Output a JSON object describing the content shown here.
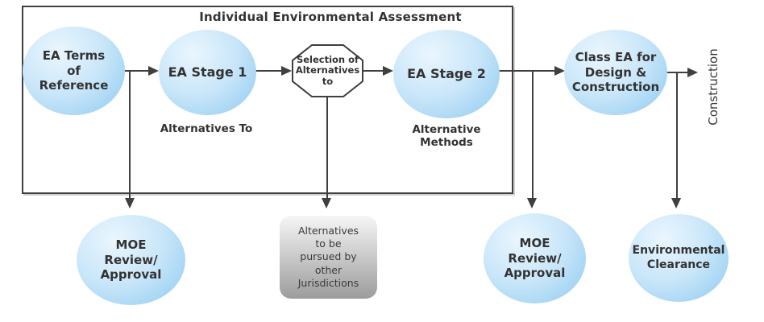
{
  "diagram": {
    "title": "Individual Environmental Assessment",
    "nodes": {
      "ea_terms": {
        "label": "EA Terms\nof\nReference"
      },
      "ea_stage1": {
        "label": "EA Stage 1",
        "sublabel": "Alternatives To"
      },
      "selection": {
        "label": "Selection of\nAlternatives\nto"
      },
      "ea_stage2": {
        "label": "EA Stage 2",
        "sublabel": "Alternative Methods"
      },
      "class_ea": {
        "label": "Class EA for\nDesign &\nConstruction"
      },
      "construction": {
        "label": "Construction"
      },
      "moe_review_1": {
        "label": "MOE\nReview/\nApproval"
      },
      "alternatives_other": {
        "label": "Alternatives\nto be\npursued by\nother\nJurisdictions"
      },
      "moe_review_2": {
        "label": "MOE\nReview/\nApproval"
      },
      "env_clearance": {
        "label": "Environmental\nClearance"
      }
    }
  },
  "colors": {
    "node_fill_light": "#eaf6fe",
    "node_fill_mid": "#c9e6f9",
    "node_fill_deep": "#8ccaf0",
    "connector_line": "#3f3f3f",
    "text": "#333333",
    "jurisdiction_box_top": "#f6f6f6",
    "jurisdiction_box_bottom": "#9c9c9c",
    "octagon_fill": "#ffffff",
    "boundary_border": "#3f3f3f",
    "background": "#ffffff"
  }
}
